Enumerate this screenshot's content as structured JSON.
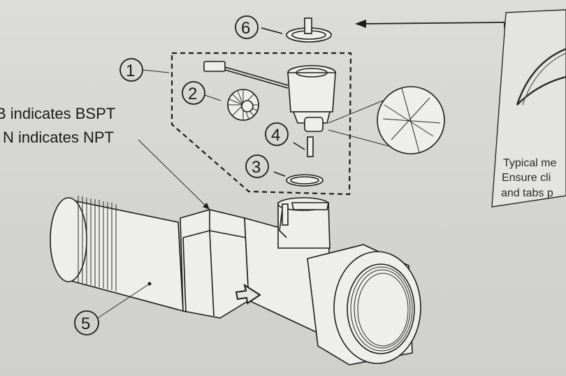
{
  "thread_notes": {
    "bspt": "B indicates BSPT",
    "npt": "N indicates NPT"
  },
  "callouts": [
    "1",
    "2",
    "3",
    "4",
    "5",
    "6"
  ],
  "detail_note": {
    "line1": "Typical me",
    "line2": "Ensure cli",
    "line3": "and tabs p"
  },
  "icons": [
    "flow-direction-arrow-icon",
    "leader-arrow-icon"
  ]
}
